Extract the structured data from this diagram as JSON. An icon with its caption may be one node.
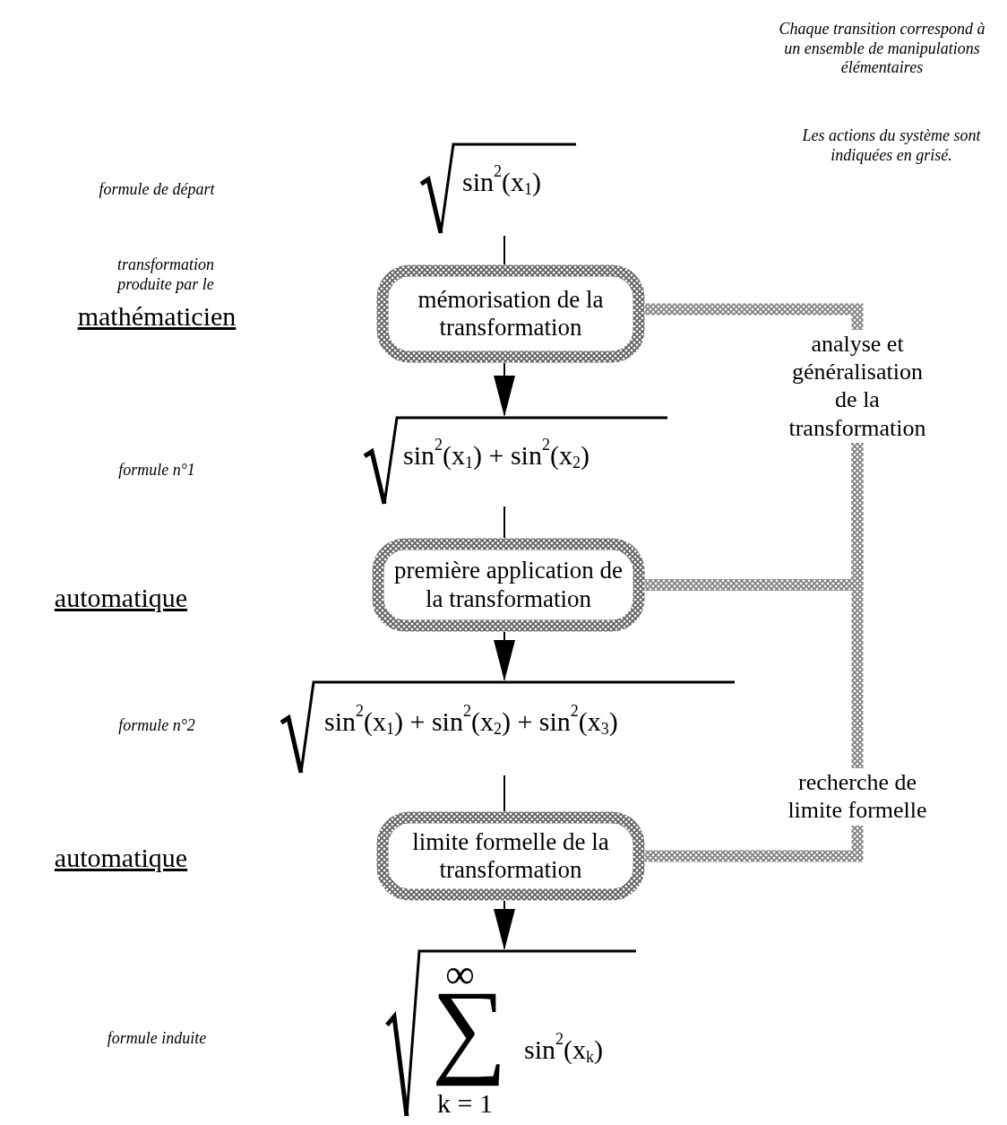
{
  "diagram": {
    "nodes": [
      {
        "text": [
          "sin$^{2}$(x$_{1}$)"
        ]
      },
      {
        "text": [
          "mémorisation de la transformation"
        ]
      },
      {
        "text": [
          "sin$^{2}$(x$_{1}$) + sin$^{2}$(x$_{2}$)"
        ]
      },
      {
        "text": [
          "première application de la transformation"
        ]
      },
      {
        "text": [
          "sin$^{2}$(x$_{1}$) + sin$^{2}$(x$_{2}$) + sin$^{2}$(x$_{3}$)"
        ]
      },
      {
        "text": [
          "limite formelle de la transformation"
        ]
      },
      {
        "text": [
          "∞",
          "∑",
          "k = 1",
          "sin$^{2}$(x$_{k}$)"
        ]
      },
      {
        "text": [
          "analyse et généralisation de la transformation"
        ]
      },
      {
        "text": [
          "recherche de limite formelle"
        ]
      }
    ],
    "edges": [
      {
        "from": 0,
        "to": 1,
        "arrow": "none"
      },
      {
        "from": 1,
        "to": 2,
        "arrow": "to"
      },
      {
        "from": 2,
        "to": 3,
        "arrow": "none"
      },
      {
        "from": 3,
        "to": 4,
        "arrow": "to"
      },
      {
        "from": 4,
        "to": 5,
        "arrow": "none"
      },
      {
        "from": 5,
        "to": 6,
        "arrow": "to"
      },
      {
        "from": 1,
        "to": 7,
        "arrow": "none",
        "style": "thick",
        "color": "#808080"
      },
      {
        "from": 7,
        "to": 3,
        "arrow": "none",
        "style": "thick",
        "color": "#808080"
      },
      {
        "from": 7,
        "to": 8,
        "arrow": "none",
        "style": "thick",
        "color": "#808080"
      },
      {
        "from": 8,
        "to": 5,
        "arrow": "none",
        "style": "thick",
        "color": "#808080"
      }
    ],
    "labels": [
      "Chaque transition correspond à un ensemble de manipulations élémentaires",
      "Les actions du système sont indiquées en grisé.",
      "formule de départ",
      "transformation produite par le",
      "mathématicien",
      "formule n°1",
      "automatique",
      "formule n°2",
      "automatique",
      "formule induite"
    ]
  }
}
